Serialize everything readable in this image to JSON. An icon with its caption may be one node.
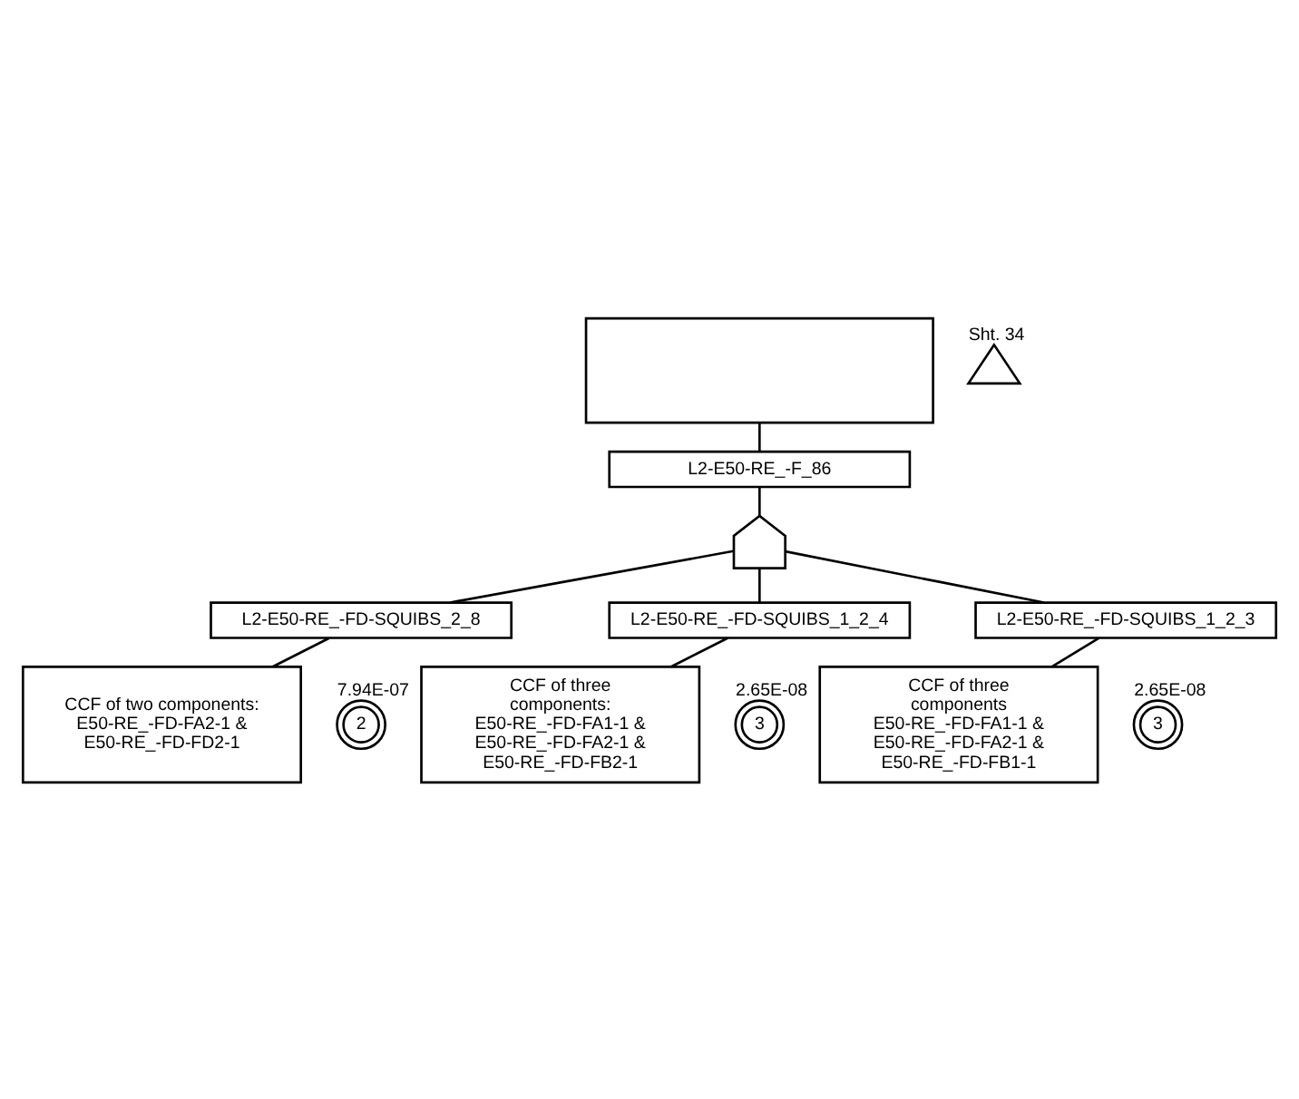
{
  "diagram": {
    "nodes": [
      {
        "text": [],
        "shape": "box"
      },
      {
        "text": [
          "L2-E50-RE_-F_86"
        ]
      },
      {
        "text": [],
        "shape": "triangle",
        "beside": [
          "Sht. 34"
        ]
      },
      {
        "text": [],
        "shape": "gate"
      },
      {
        "text": [
          "CCF of two components: E50-RE_-FD-FA2-1 & E50-RE_-FD-FD2-1"
        ]
      },
      {
        "text": [
          "L2-E50-RE_-FD-SQUIBS_2_8"
        ]
      },
      {
        "text": [
          "2"
        ],
        "beside": [
          "7.94E-07"
        ]
      },
      {
        "text": [
          "CCF of three components: E50-RE_-FD-FA1-1 & E50-RE_-FD-FA2-1 & E50-RE_-FD-FB2-1"
        ]
      },
      {
        "text": [
          "L2-E50-RE_-FD-SQUIBS_1_2_4"
        ]
      },
      {
        "text": [
          "3"
        ],
        "beside": [
          "2.65E-08"
        ]
      },
      {
        "text": [
          "CCF of three components E50-RE_-FD-FA1-1 & E50-RE_-FD-FA2-1 & E50-RE_-FD-FB1-1"
        ]
      },
      {
        "text": [
          "L2-E50-RE_-FD-SQUIBS_1_2_3"
        ]
      },
      {
        "text": [
          "3"
        ],
        "beside": [
          "2.65E-08"
        ]
      }
    ],
    "edges": [
      {
        "from": 1,
        "to": 0,
        "arrow": "none"
      },
      {
        "from": 3,
        "to": 1,
        "arrow": "none"
      },
      {
        "from": 4,
        "to": 5,
        "arrow": "none"
      },
      {
        "from": 5,
        "to": 3,
        "arrow": "none"
      },
      {
        "from": 7,
        "to": 8,
        "arrow": "none"
      },
      {
        "from": 8,
        "to": 3,
        "arrow": "none"
      },
      {
        "from": 10,
        "to": 11,
        "arrow": "none"
      },
      {
        "from": 11,
        "to": 3,
        "arrow": "none"
      }
    ]
  }
}
